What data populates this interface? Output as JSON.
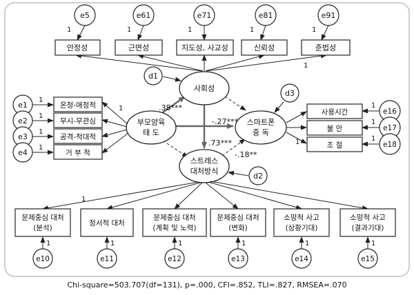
{
  "errors_top": [
    "e5",
    "e61",
    "e71",
    "e81",
    "e91"
  ],
  "indicators_top": [
    "안정성",
    "근면성",
    "지도성, 사교성",
    "신뢰성",
    "준법성"
  ],
  "errors_left": [
    "e1",
    "e2",
    "e3",
    "e4"
  ],
  "indicators_left": [
    "온정-애정적",
    "무시-무관심",
    "공격-적대적",
    "거 부 적"
  ],
  "errors_right": [
    "e16",
    "e17",
    "e18"
  ],
  "indicators_right": [
    "사용시간",
    "불 안",
    "조 절"
  ],
  "errors_bottom": [
    "e10",
    "e11",
    "e12",
    "e13",
    "e14",
    "e15"
  ],
  "indicators_bottom": [
    [
      "문제중심 대처",
      "(분석)"
    ],
    [
      "정서적 대처"
    ],
    [
      "문제중심 대처",
      "(계획 및 노력)"
    ],
    [
      "문제중심 대처",
      "(변화)"
    ],
    [
      "소망적 사고",
      "(상황기대)"
    ],
    [
      "소망적 사고",
      "(결과기대)"
    ]
  ],
  "disturbances": [
    "d1",
    "d2",
    "d3"
  ],
  "latents": {
    "parenting": [
      "부모양육",
      "태  도"
    ],
    "sociality": [
      "사회성"
    ],
    "smartphone": [
      "스마트폰",
      "중  독"
    ],
    "stress": [
      "스트레스",
      "대처방식"
    ]
  },
  "fixed_loading": "1",
  "paths": {
    "parenting_to_sociality": ".38***",
    "parenting_to_smartphone": "-.27***",
    "sociality_to_stress": ".73***",
    "stress_to_smartphone": "-.18**"
  },
  "fit_stats": "Chi-square=503.707(df=131), p=.000, CFI=.852, TLI=.827, RMSEA=.070"
}
